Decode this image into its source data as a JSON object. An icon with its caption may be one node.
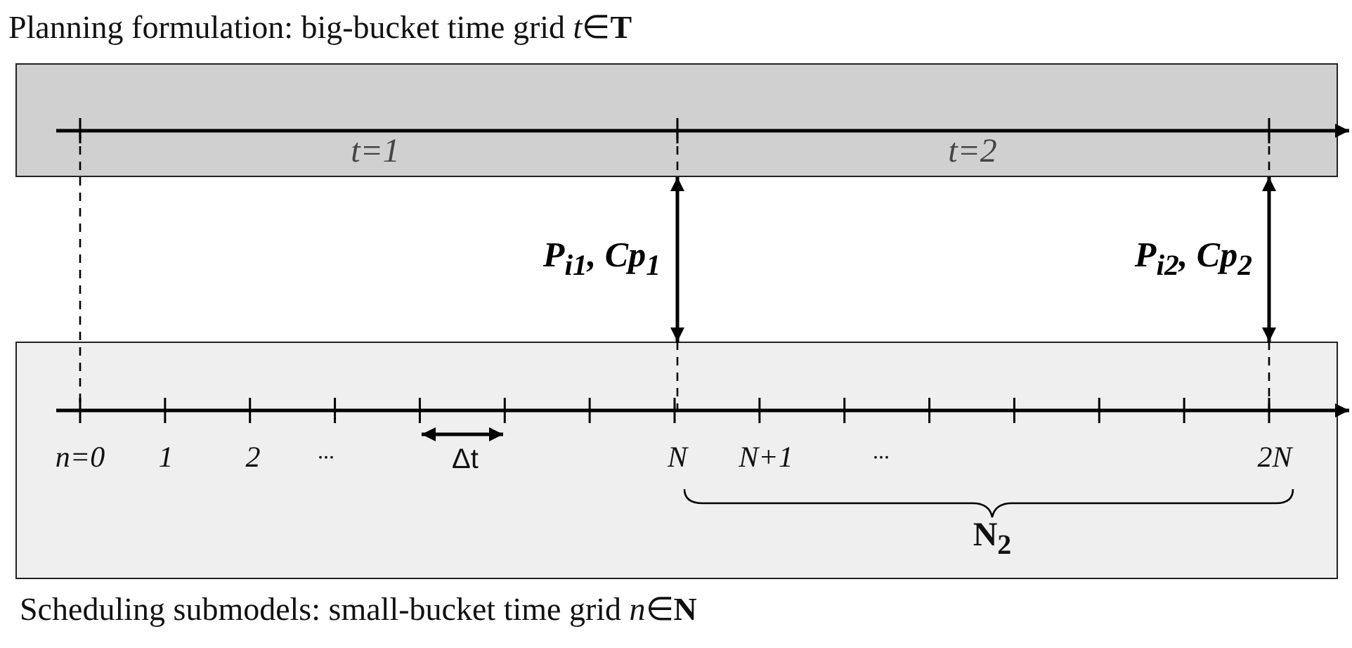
{
  "diagram": {
    "nodes": [
      {
        "text": [
          "Planning formulation: big-bucket time grid *t*∈**T**"
        ]
      },
      {
        "text": [
          "Scheduling submodels: small-bucket time grid *n*∈**N**"
        ]
      }
    ],
    "edges": [
      {
        "from": 0,
        "to": 1,
        "arrow": "both",
        "label": "P$_{i1}$, Cp$_{1}$"
      },
      {
        "from": 0,
        "to": 1,
        "arrow": "both",
        "label": "P$_{i2}$, Cp$_{2}$"
      }
    ],
    "labels": [
      "t=1",
      "t=2",
      "n=0",
      "1",
      "2",
      "...",
      "Δt",
      "N",
      "N+1",
      "...",
      "2N",
      "N$_{2}$"
    ]
  }
}
